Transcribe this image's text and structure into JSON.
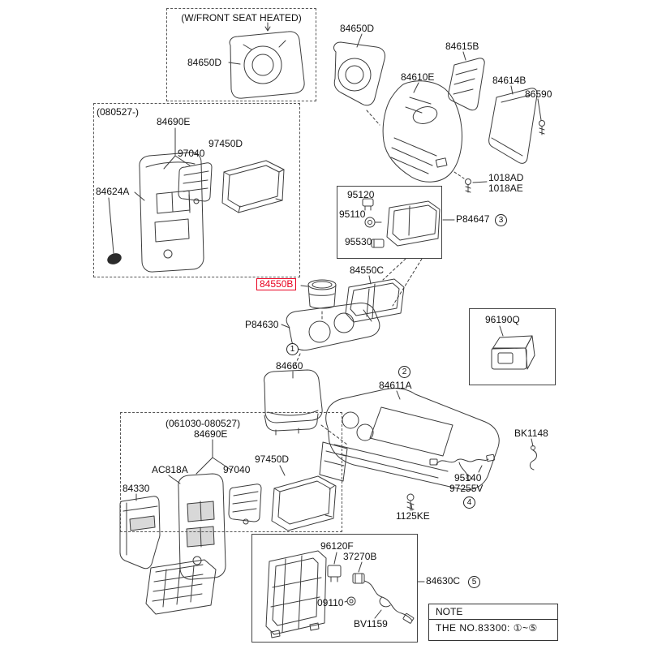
{
  "colors": {
    "highlight": "#e8001f",
    "line": "#3c3c3c",
    "text": "#111111",
    "background": "#ffffff"
  },
  "captions": {
    "heated": "(W/FRONT SEAT HEATED)",
    "date1": "(080527-)",
    "date2": "(061030-080527)"
  },
  "labels": {
    "p84650d_a": "84650D",
    "p84650d_b": "84650D",
    "p84615b": "84615B",
    "p84610e": "84610E",
    "p84614b": "84614B",
    "p86590": "86590",
    "p1018ad": "1018AD",
    "p1018ae": "1018AE",
    "p84690e_a": "84690E",
    "p97040_a": "97040",
    "p97450d_a": "97450D",
    "p84624a": "84624A",
    "p95120": "95120",
    "p95110": "95110",
    "p95530": "95530",
    "pp84647": "P84647",
    "p84550b": "84550B",
    "p84550c": "84550C",
    "pp84630": "P84630",
    "p84660": "84660",
    "p96190q": "96190Q",
    "p84611a": "84611A",
    "pbk1148": "BK1148",
    "p84690e_b": "84690E",
    "p97450d_b": "97450D",
    "p97040_b": "97040",
    "pac818a": "AC818A",
    "p84330": "84330",
    "p95140": "95140",
    "p97255v": "97255V",
    "p1125ke": "1125KE",
    "p96120f": "96120F",
    "p37270b": "37270B",
    "p09110": "09110",
    "pbv1159": "BV1159",
    "p84630c": "84630C"
  },
  "callouts": {
    "c1": "1",
    "c2": "2",
    "c3": "3",
    "c4": "4",
    "c5": "5"
  },
  "note": {
    "title": "NOTE",
    "body": "THE NO.83300: ①~⑤"
  }
}
